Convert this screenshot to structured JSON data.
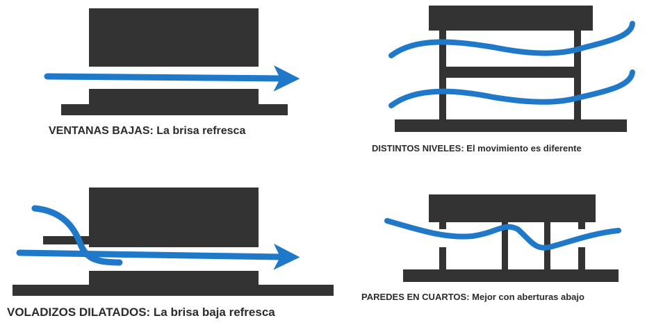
{
  "colors": {
    "structure": "#333333",
    "airflow": "#1f78c8",
    "text": "#2b2b2b",
    "background": "#ffffff"
  },
  "panels": [
    {
      "id": "ventanas-bajas",
      "caption": "VENTANAS BAJAS: La brisa refresca"
    },
    {
      "id": "distintos-niveles",
      "caption": "DISTINTOS NIVELES: El movimiento es diferente"
    },
    {
      "id": "voladizos-dilatados",
      "caption": "VOLADIZOS DILATADOS: La brisa baja refresca"
    },
    {
      "id": "paredes-en-cuartos",
      "caption": "PAREDES EN CUARTOS: Mejor con aberturas abajo"
    }
  ]
}
